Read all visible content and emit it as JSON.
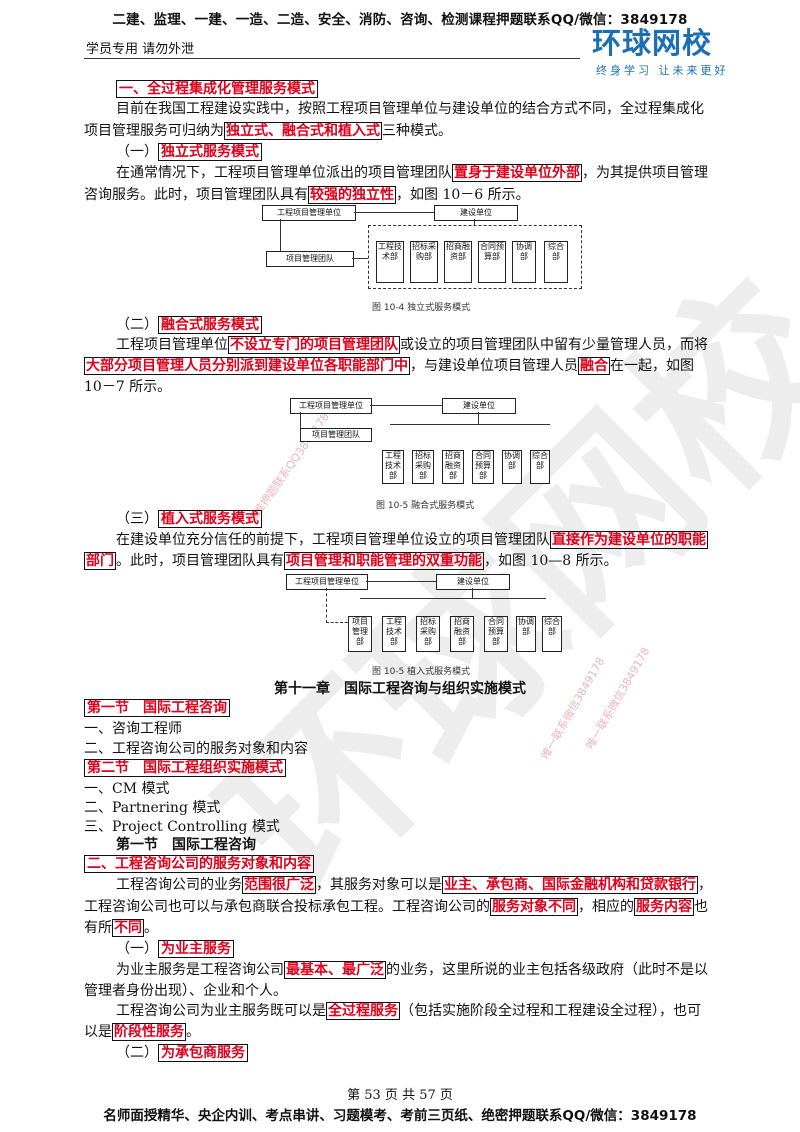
{
  "header": {
    "top_line": "二建、监理、一建、一造、二造、安全、消防、咨询、检测课程押题联系QQ/微信：3849178",
    "left_note": "学员专用 请勿外泄",
    "logo_main": "环球网校",
    "logo_sub": "终身学习 让未来更好"
  },
  "s1": {
    "title": "一、全过程集成化管理服务模式",
    "p1a": "目前在我国工程建设实践中，按照工程项目管理单位与建设单位的结合方式不同，全过程集成化",
    "p1b_pre": "项目管理服务可归纳为",
    "p1b_hl": "独立式、融合式和植入式",
    "p1b_post": "三种模式。"
  },
  "s1a": {
    "num": "（一）",
    "title": "独立式服务模式",
    "l1_pre": "在通常情况下，工程项目管理单位派出的项目管理团队",
    "l1_hl": "置身于建设单位外部",
    "l1_post": "，为其提供项目管理",
    "l2_pre": "咨询服务。此时，项目管理团队具有",
    "l2_hl": "较强的独立性",
    "l2_post": "，如图 10－6 所示。"
  },
  "fig1": {
    "pm_unit": "工程项目管理单位",
    "owner": "建设单位",
    "team": "项目管理团队",
    "depts": [
      "工程技术部",
      "招标采购部",
      "招商融资部",
      "合同预算部",
      "协调部",
      "综合部"
    ],
    "caption": "图 10-4   独立式服务模式"
  },
  "s1b": {
    "num": "（二）",
    "title": "融合式服务模式",
    "l1_pre": "工程项目管理单位",
    "l1_hl": "不设立专门的项目管理团队",
    "l1_post": "或设立的项目管理团队中留有少量管理人员，而将",
    "l2_hl": "大部分项目管理人员分别派到建设单位各职能部门中",
    "l2_mid": "，与建设单位项目管理人员",
    "l2_hl2": "融合",
    "l2_post": "在一起，如图",
    "l3": "10－7 所示。"
  },
  "fig2": {
    "pm_unit": "工程项目管理单位",
    "owner": "建设单位",
    "team": "项目管理团队",
    "depts": [
      "工程技术部",
      "招标采购部",
      "招商融资部",
      "合同预算部",
      "协调部",
      "综合部"
    ],
    "caption": "图 10-5   融合式服务模式"
  },
  "s1c": {
    "num": "（三）",
    "title": "植入式服务模式",
    "l1_pre": "在建设单位充分信任的前提下，工程项目管理单位设立的项目管理团队",
    "l1_hl": "直接作为建设单位的职能",
    "l2_hl": "部门",
    "l2_mid": "。此时，项目管理团队具有",
    "l2_hl2": "项目管理和职能管理的双重功能",
    "l2_post": "，如图 10—8 所示。"
  },
  "fig3": {
    "pm_unit": "工程项目管理单位",
    "owner": "建设单位",
    "depts": [
      "项目管理部",
      "工程技术部",
      "招标采购部",
      "招商融资部",
      "合同预算部",
      "协调部",
      "综合部"
    ],
    "caption": "图 10-5   植入式服务模式"
  },
  "chapter": "第十一章　国际工程咨询与组织实施模式",
  "outline": {
    "sec1": "第一节　国际工程咨询",
    "sec1_items": [
      "一、咨询工程师",
      "二、工程咨询公司的服务对象和内容"
    ],
    "sec2": "第二节　国际工程组织实施模式",
    "sec2_items": [
      "一、CM 模式",
      "二、Partnering 模式",
      "三、Project Controlling 模式"
    ]
  },
  "s2": {
    "sec_title": "第一节　国际工程咨询",
    "title": "二、工程咨询公司的服务对象和内容",
    "l1_pre": "工程咨询公司的业务",
    "l1_hl": "范围很广泛",
    "l1_mid": "，其服务对象可以是",
    "l1_hl2": "业主、承包商、国际金融机构和贷款银行",
    "l1_post": "，",
    "l2_pre": "工程咨询公司也可以与承包商联合投标承包工程。工程咨询公司的",
    "l2_hl": "服务对象不同",
    "l2_mid": "，相应的",
    "l2_hl2": "服务内容",
    "l2_post": "也",
    "l3_pre": "有所",
    "l3_hl": "不同",
    "l3_post": "。"
  },
  "s2a": {
    "num": "（一）",
    "title": "为业主服务",
    "l1_pre": "为业主服务是工程咨询公司",
    "l1_hl": "最基本、最广泛",
    "l1_post": "的业务，这里所说的业主包括各级政府（此时不是以",
    "l2": "管理者身份出现）、企业和个人。",
    "l3_pre": "工程咨询公司为业主服务既可以是",
    "l3_hl": "全过程服务",
    "l3_post": "（包括实施阶段全过程和工程建设全过程），也可",
    "l4_pre": "以是",
    "l4_hl": "阶段性服务",
    "l4_post": "。"
  },
  "s2b": {
    "num": "（二）",
    "title": "为承包商服务"
  },
  "footer": {
    "page": "第 53 页 共 57 页",
    "note": "名师面授精华、央企内训、考点串讲、习题模考、考前三页纸、绝密押题联系QQ/微信：3849178"
  },
  "watermark": {
    "big": "环球网校",
    "stamp1": "精准押题联系QQ3849178",
    "stamp2": "唯一联系微信3849178",
    "stamp3": "唯一联系微信3849178"
  }
}
